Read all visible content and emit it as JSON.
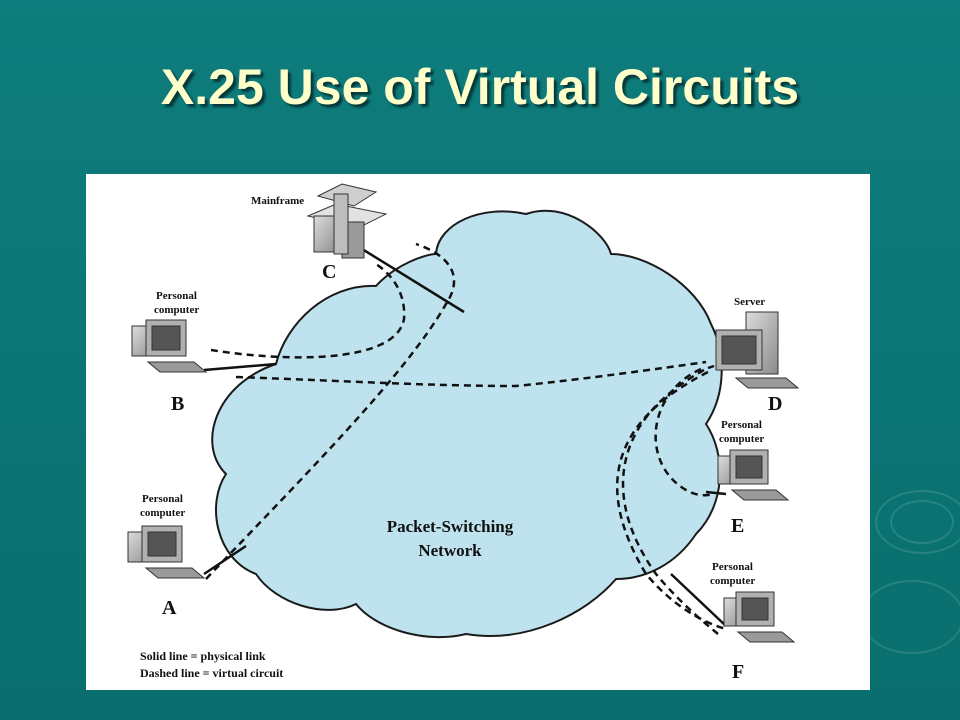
{
  "title": "X.25 Use of Virtual Circuits",
  "diagram": {
    "network_label_line1": "Packet-Switching",
    "network_label_line2": "Network",
    "nodes": {
      "C": {
        "letter": "C",
        "desc": "Mainframe"
      },
      "B": {
        "letter": "B",
        "desc_line1": "Personal",
        "desc_line2": "computer"
      },
      "A": {
        "letter": "A",
        "desc_line1": "Personal",
        "desc_line2": "computer"
      },
      "D": {
        "letter": "D",
        "desc": "Server"
      },
      "E": {
        "letter": "E",
        "desc_line1": "Personal",
        "desc_line2": "computer"
      },
      "F": {
        "letter": "F",
        "desc_line1": "Personal",
        "desc_line2": "computer"
      }
    },
    "legend": {
      "solid": "Solid line = physical link",
      "dashed": "Dashed line = virtual circuit"
    }
  },
  "colors": {
    "background": "#0b7474",
    "title": "#ffffcc",
    "cloud_fill": "#bfe3ee",
    "cloud_stroke": "#1a1a1a"
  }
}
